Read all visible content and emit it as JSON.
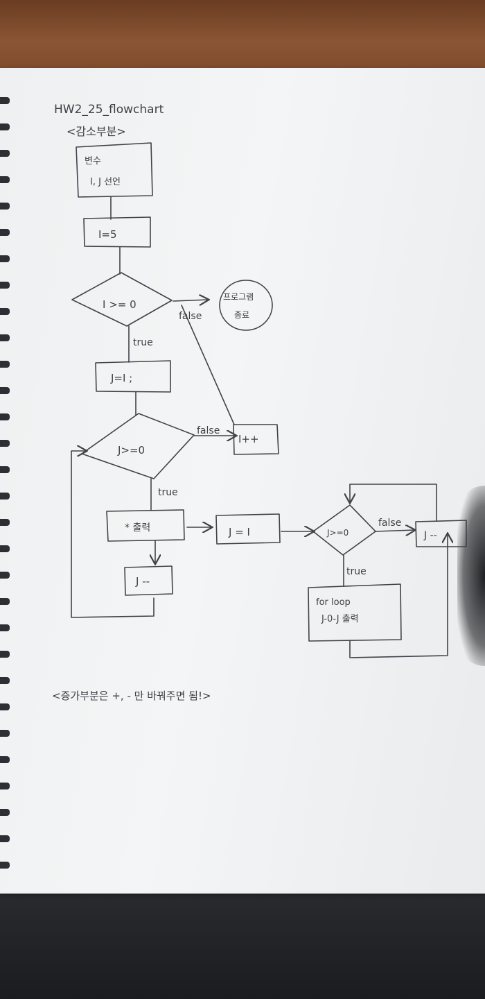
{
  "title": "HW2_25_flowchart",
  "subtitle": "<감소부분>",
  "nodes": {
    "declare_line1": "변수",
    "declare_line2": "I, J 선언",
    "assign_i": "I=5",
    "cond_i": "I >= 0",
    "end_line1": "프로그램",
    "end_line2": "종료",
    "assign_j": "J=I ;",
    "cond_j": "J>=0",
    "inc_i": "I++",
    "print_star": "* 출력",
    "dec_j": "J --",
    "assign_j2": "J = I",
    "cond_j2": "J>=0",
    "dec_j2": "J --",
    "loop_line1": "for loop",
    "loop_line2": "J-0-J 출력"
  },
  "edges": {
    "false_1": "false",
    "true_1": "true",
    "false_2": "false",
    "true_2": "true",
    "false_3": "false",
    "true_3": "true"
  },
  "footer": "<증가부분은 +, - 만 바꿔주면 됨!>",
  "colors": {
    "ink": "#404349",
    "paper": "#f1f2f3"
  }
}
